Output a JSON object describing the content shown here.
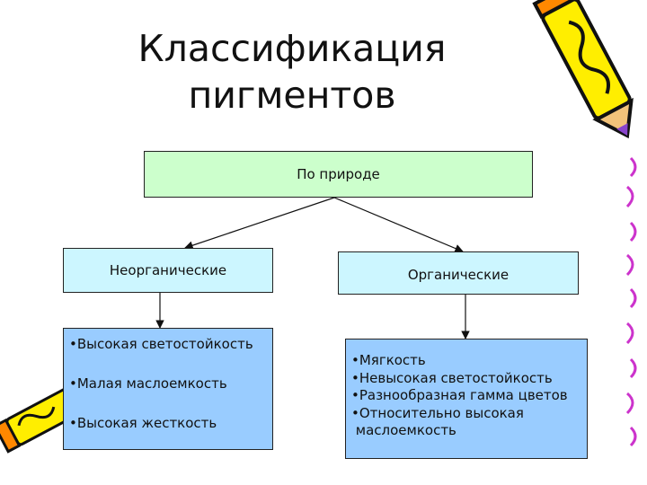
{
  "title": {
    "line1": "Классификация",
    "line2": "пигментов"
  },
  "root": {
    "label": "По природе"
  },
  "categories": [
    {
      "label": "Неорганические",
      "properties": [
        "•Высокая светостойкость",
        "•Малая маслоемкость",
        "•Высокая жесткость"
      ]
    },
    {
      "label": "Органические",
      "properties": [
        "•Мягкость",
        "•Невысокая светостойкость",
        "•Разнообразная гамма цветов",
        "•Относительно высокая",
        " маслоемкость"
      ]
    }
  ],
  "icons": [
    "pencil-icon",
    "spiral-binding-icon"
  ],
  "colors": {
    "root_fill": "#ccffcc",
    "category_fill": "#ccf6ff",
    "properties_fill": "#99ccff",
    "pencil_yellow": "#ffee00",
    "pencil_tip": "#8844cc",
    "binding": "#cc33cc"
  }
}
